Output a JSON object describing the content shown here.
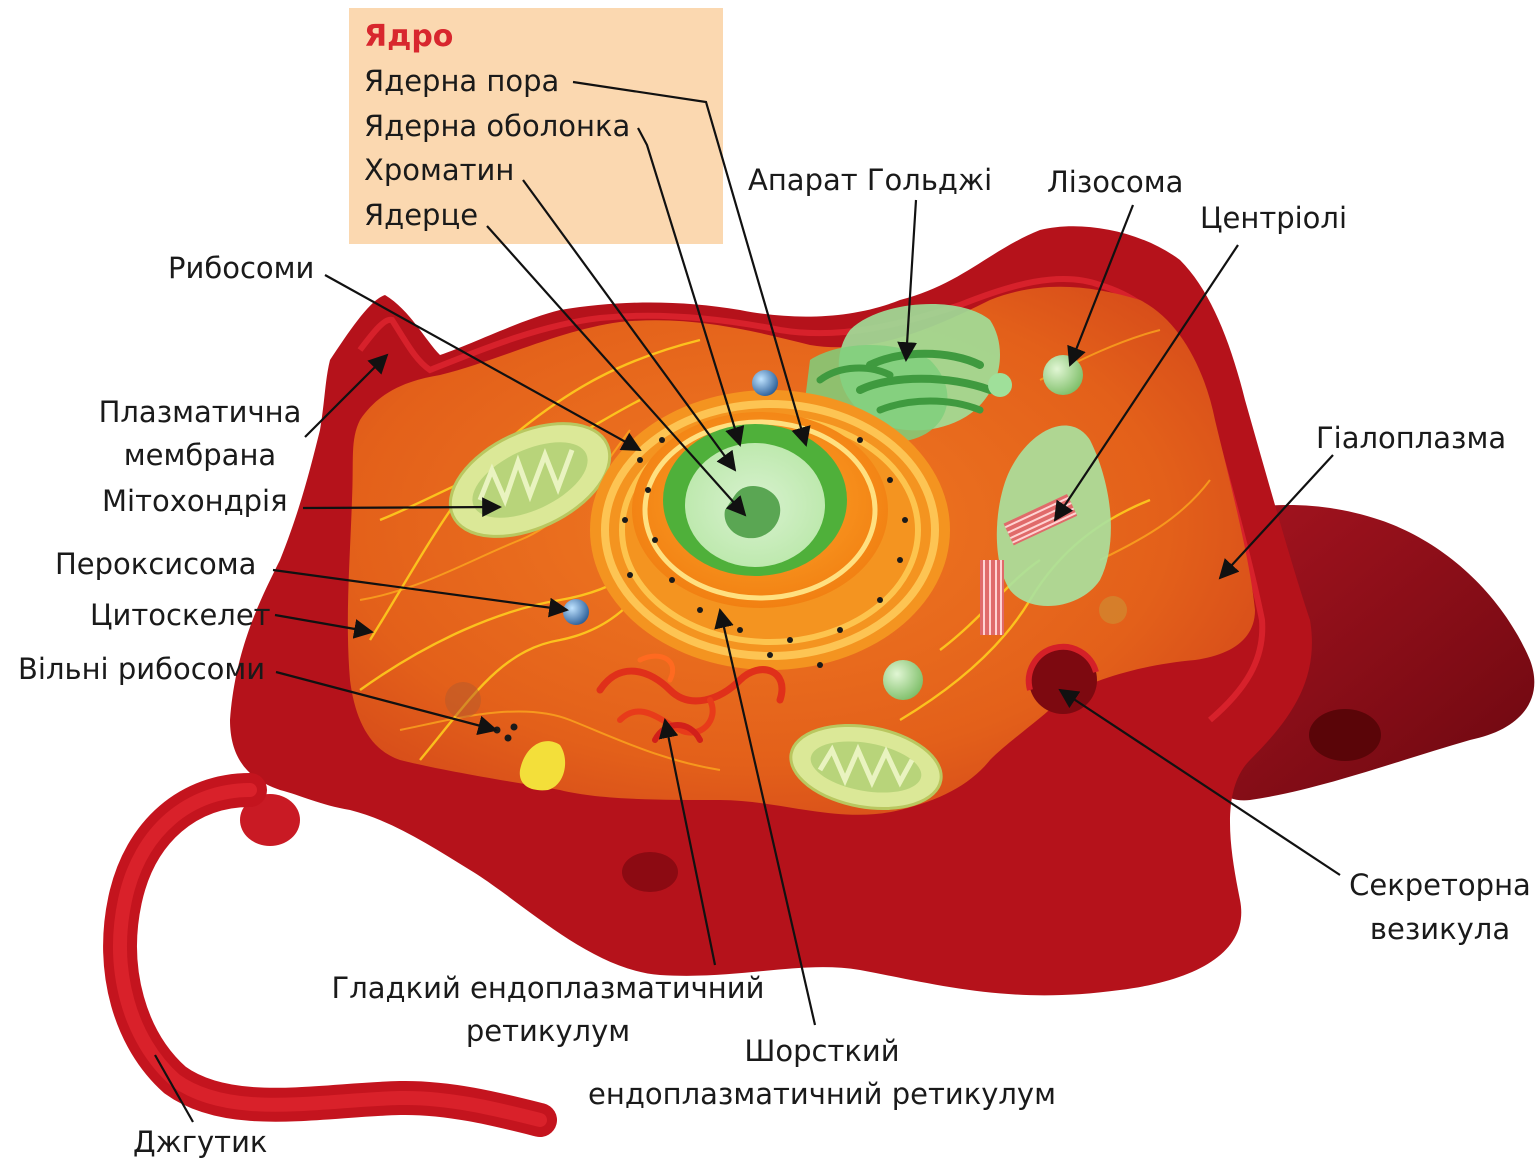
{
  "colors": {
    "membrane": "#b5121b",
    "membrane_dark": "#8c0a12",
    "cytoplasm": "#e8641a",
    "nucleus_box": "#fbd8b0",
    "nucleus_title": "#d8272e",
    "golgi": "#8fdc8f",
    "mitochondrion": "#d6e58a"
  },
  "nucleus_legend": {
    "title": "Ядро",
    "items": [
      "Ядерна пора",
      "Ядерна оболонка",
      "Хроматин",
      "Ядерце"
    ]
  },
  "labels": {
    "golgi": "Апарат Гольджі",
    "lysosome": "Лізосома",
    "centrioles": "Центріолі",
    "ribosomes": "Рибосоми",
    "plasma_membrane_line1": "Плазматична",
    "plasma_membrane_line2": "мембрана",
    "mitochondrion": "Мітохондрія",
    "peroxisome": "Пероксисома",
    "cytoskeleton": "Цитоскелет",
    "free_ribosomes": "Вільні рибосоми",
    "hyaloplasm": "Гіалоплазма",
    "secretory_vesicle_line1": "Секреторна",
    "secretory_vesicle_line2": "везикула",
    "smooth_er_line1": "Гладкий ендоплазматичний",
    "smooth_er_line2": "ретикулум",
    "rough_er_line1": "Шорсткий",
    "rough_er_line2": "ендоплазматичний ретикулум",
    "flagellum": "Джгутик"
  }
}
